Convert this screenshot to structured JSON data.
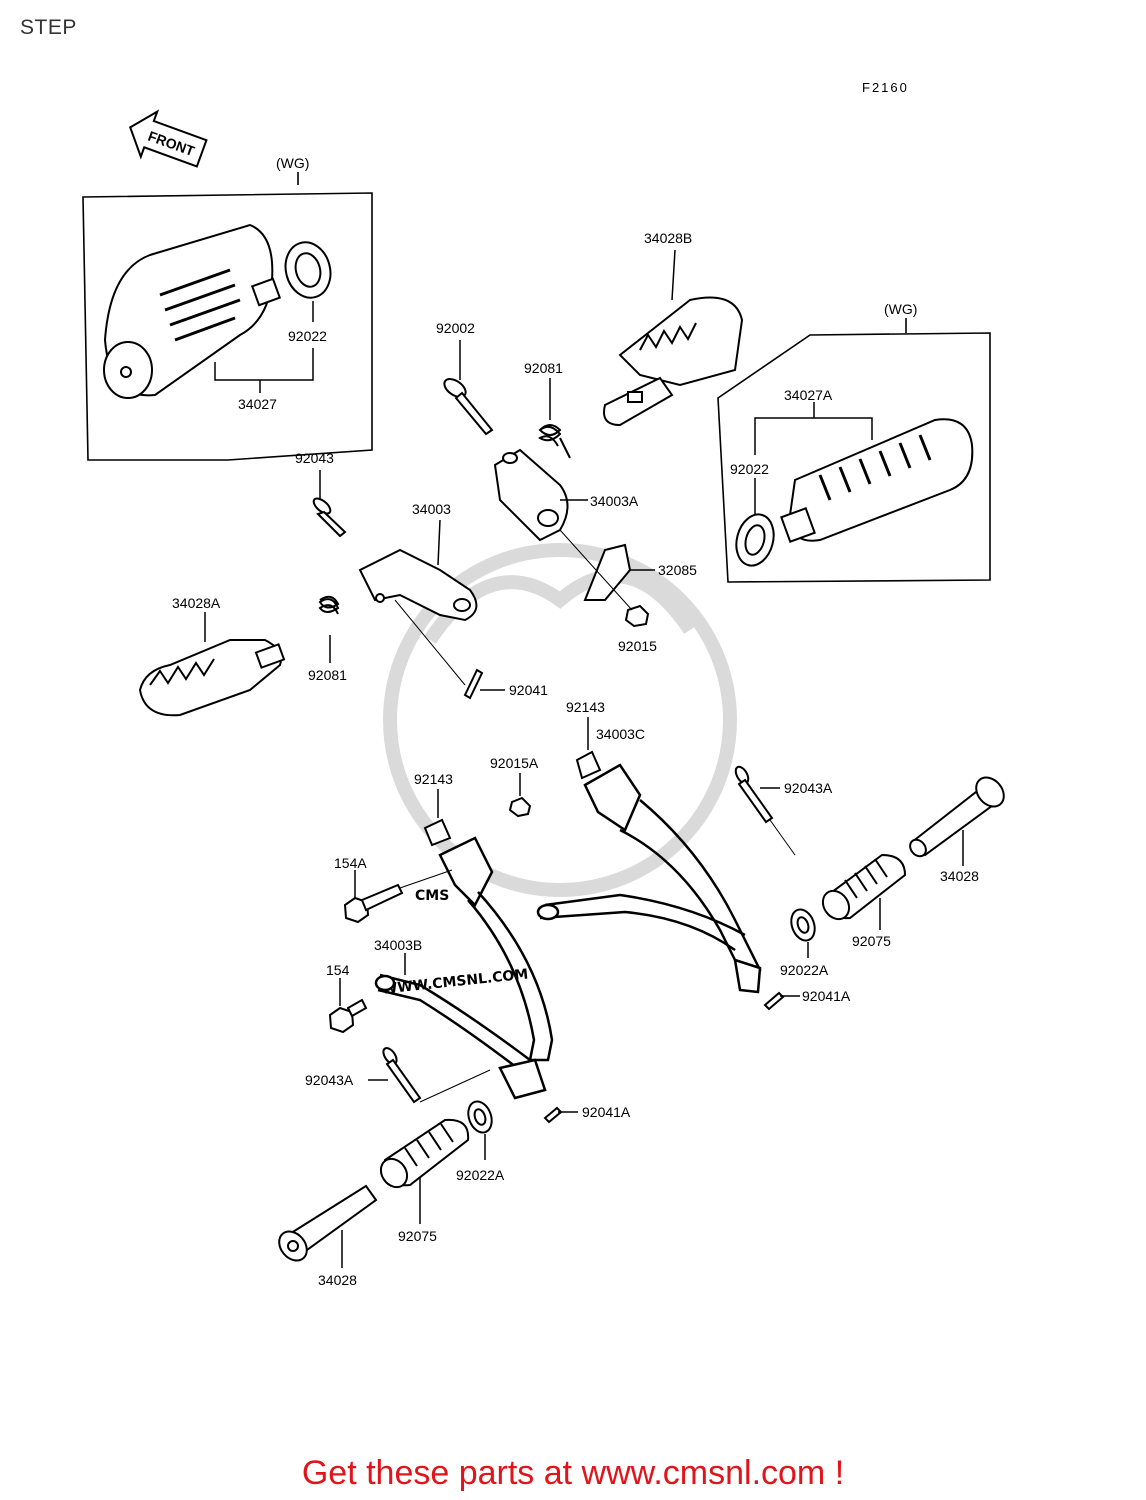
{
  "page": {
    "title": "STEP",
    "diagram_code": "F2160"
  },
  "direction": {
    "label": "FRONT"
  },
  "wg_label_left": "(WG)",
  "wg_label_right": "(WG)",
  "watermark": {
    "brand": "CMS",
    "url": "WWW.CMSNL.COM"
  },
  "parts": [
    {
      "id": "92022"
    },
    {
      "id": "34027"
    },
    {
      "id": "92043"
    },
    {
      "id": "34003"
    },
    {
      "id": "92002"
    },
    {
      "id": "92081"
    },
    {
      "id": "34003A"
    },
    {
      "id": "32085"
    },
    {
      "id": "92015"
    },
    {
      "id": "34028B"
    },
    {
      "id": "34027A"
    },
    {
      "id": "92022"
    },
    {
      "id": "34028A"
    },
    {
      "id": "92081"
    },
    {
      "id": "92041"
    },
    {
      "id": "92143"
    },
    {
      "id": "34003C"
    },
    {
      "id": "92015A"
    },
    {
      "id": "92043A"
    },
    {
      "id": "92143"
    },
    {
      "id": "154A"
    },
    {
      "id": "34028"
    },
    {
      "id": "34003B"
    },
    {
      "id": "92075"
    },
    {
      "id": "154"
    },
    {
      "id": "92022A"
    },
    {
      "id": "92041A"
    },
    {
      "id": "92043A"
    },
    {
      "id": "92041A"
    },
    {
      "id": "92022A"
    },
    {
      "id": "92075"
    },
    {
      "id": "34028"
    }
  ],
  "footer": {
    "link_text": "Get these parts at www.cmsnl.com !"
  },
  "colors": {
    "footer": "#e2141b",
    "line": "#000000",
    "watermark": "#d9d9d9"
  }
}
